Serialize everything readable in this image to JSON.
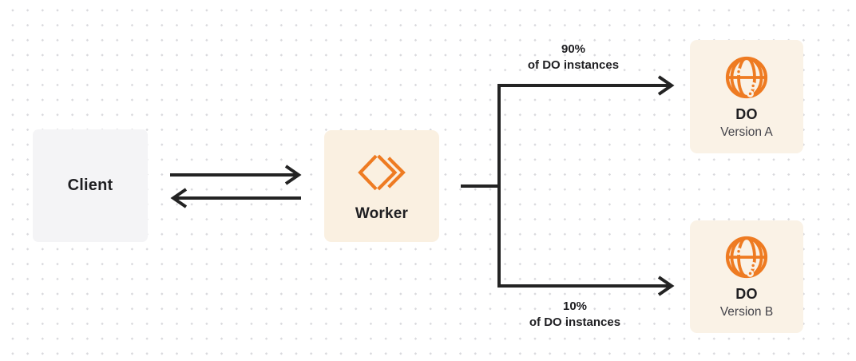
{
  "nodes": {
    "client": {
      "label": "Client"
    },
    "worker": {
      "label": "Worker",
      "icon": "workers-logo-icon"
    },
    "do_version_a": {
      "title": "DO",
      "subtitle": "Version A",
      "icon": "globe-icon"
    },
    "do_version_b": {
      "title": "DO",
      "subtitle": "Version B",
      "icon": "globe-icon"
    }
  },
  "edges": {
    "worker_split_top": {
      "percent": "90%",
      "caption": "of DO instances"
    },
    "worker_split_bottom": {
      "percent": "10%",
      "caption": "of DO instances"
    }
  },
  "colors": {
    "accent_orange": "#EE7B22",
    "arrow_line": "#232323",
    "text_primary": "#1F1F22",
    "text_secondary": "#43434A",
    "client_box_bg": "#F4F4F6",
    "worker_box_bg": "#FAF0E1",
    "do_box_bg": "#FAF2E6",
    "background_dot": "#D9D9DD"
  }
}
